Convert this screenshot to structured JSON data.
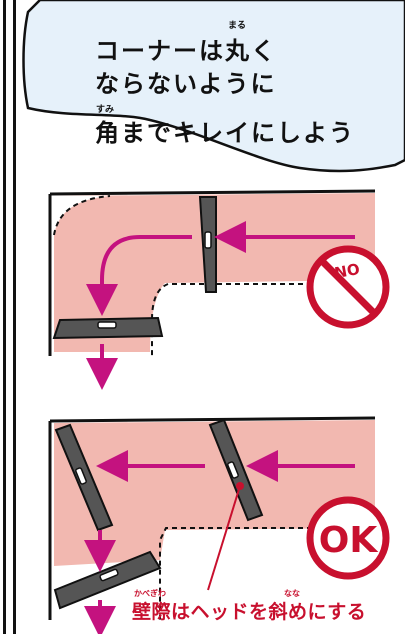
{
  "bubble": {
    "line1": "コーナーは丸く",
    "line2": "ならないように",
    "line3": "角までキレイにしよう",
    "ruby_maru": "まる",
    "ruby_sumi": "すみ"
  },
  "diagram_top": {
    "badge": "NO"
  },
  "diagram_bottom": {
    "badge": "OK"
  },
  "caption": {
    "text": "壁際はヘッドを斜めにする",
    "ruby_kabegiwa": "かべぎわ",
    "ruby_naname": "なな"
  },
  "colors": {
    "area_fill": "#f2b8b0",
    "arrow": "#c4127f",
    "no_red": "#c8102e",
    "ok_red": "#c8102e",
    "caption_red": "#c8102e",
    "bubble_fill": "#e6f1fa"
  }
}
